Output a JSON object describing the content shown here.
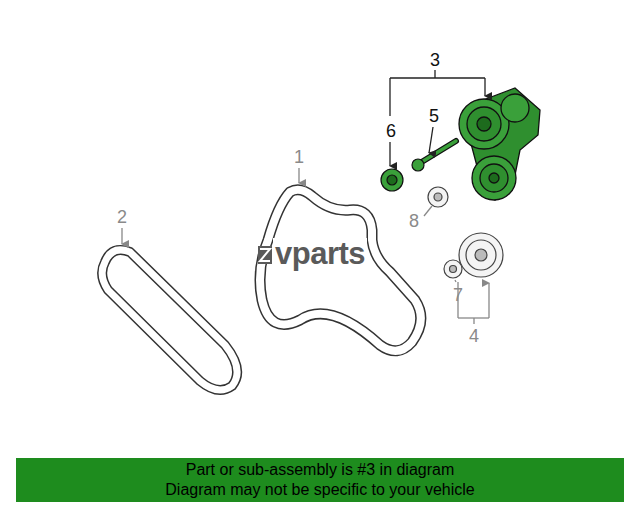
{
  "diagram": {
    "nodes": [
      {
        "text": [
          "Part or sub-assembly is #3 in diagram",
          "Diagram may not be specific to your vehicle"
        ]
      }
    ],
    "labels": [
      "3",
      "6",
      "5",
      "1",
      "2",
      "8",
      "7",
      "4",
      "vparts"
    ]
  }
}
